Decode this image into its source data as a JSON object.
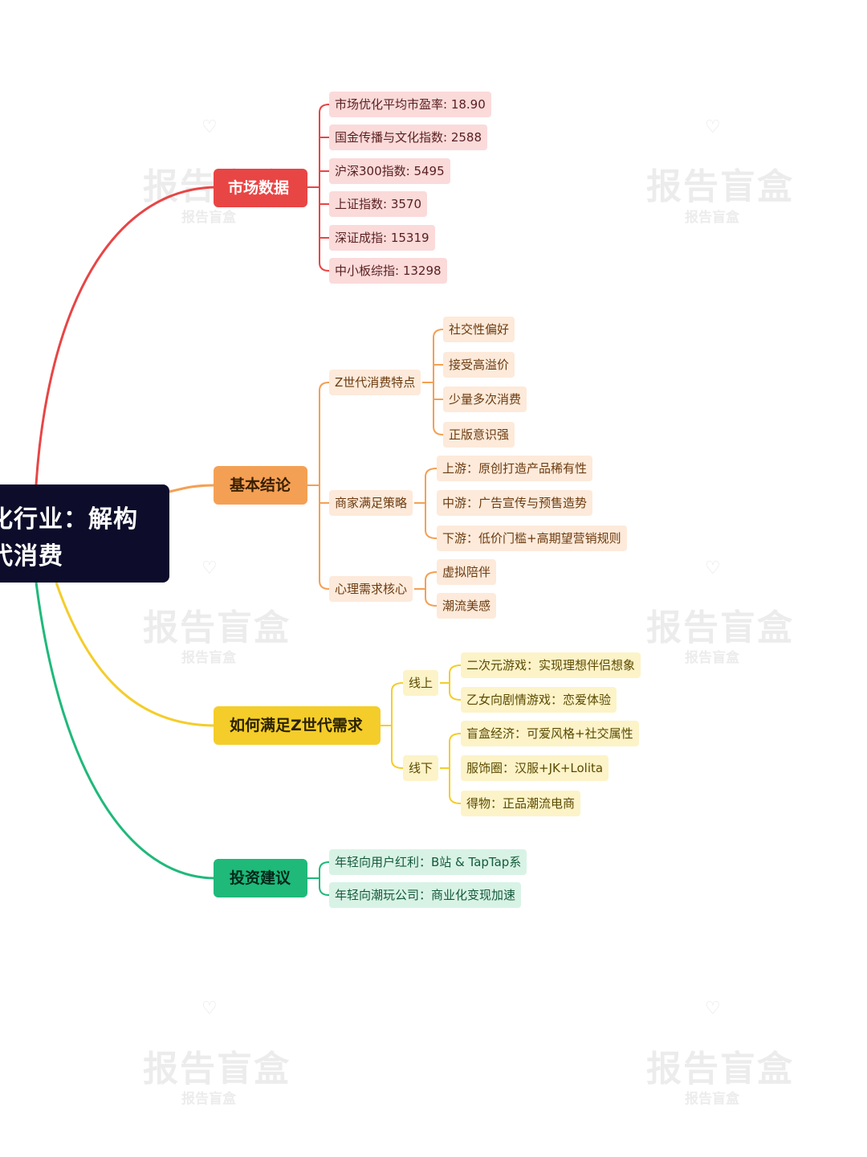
{
  "watermark": {
    "big": "报告盲盒",
    "small": "报告盲盒"
  },
  "root": {
    "line1": "化行业：解构",
    "line2": "代消费"
  },
  "branches": {
    "market": {
      "label": "市场数据",
      "items": [
        "市场优化平均市盈率: 18.90",
        "国金传播与文化指数: 2588",
        "沪深300指数: 5495",
        "上证指数: 3570",
        "深证成指: 15319",
        "中小板综指: 13298"
      ]
    },
    "conclusion": {
      "label": "基本结论",
      "groups": [
        {
          "label": "Z世代消费特点",
          "items": [
            "社交性偏好",
            "接受高溢价",
            "少量多次消费",
            "正版意识强"
          ]
        },
        {
          "label": "商家满足策略",
          "items": [
            "上游：原创打造产品稀有性",
            "中游：广告宣传与预售造势",
            "下游：低价门槛+高期望营销规则"
          ]
        },
        {
          "label": "心理需求核心",
          "items": [
            "虚拟陪伴",
            "潮流美感"
          ]
        }
      ]
    },
    "demand": {
      "label": "如何满足Z世代需求",
      "groups": [
        {
          "label": "线上",
          "items": [
            "二次元游戏：实现理想伴侣想象",
            "乙女向剧情游戏：恋爱体验"
          ]
        },
        {
          "label": "线下",
          "items": [
            "盲盒经济：可爱风格+社交属性",
            "服饰圈：汉服+JK+Lolita",
            "得物：正品潮流电商"
          ]
        }
      ]
    },
    "invest": {
      "label": "投资建议",
      "items": [
        "年轻向用户红利：B站 & TapTap系",
        "年轻向潮玩公司：商业化变现加速"
      ]
    }
  },
  "colors": {
    "red": "#e84545",
    "orange": "#f4a054",
    "yellow": "#f4cd2a",
    "green": "#1fb97a",
    "root": "#0d0d2b"
  }
}
